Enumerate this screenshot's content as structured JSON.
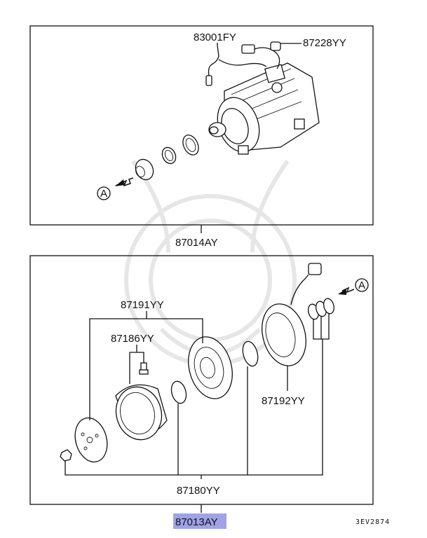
{
  "diagram": {
    "labels": {
      "sensor": "83001FY",
      "harness": "87228YY",
      "compressor_assy": "87014AY",
      "ref_a_top": "A",
      "ref_a_bottom": "A",
      "pulley_assy": "87191YY",
      "bolt": "87186YY",
      "field_coil": "87192YY",
      "clutch_kit": "87180YY",
      "highlighted_part": "87013AY",
      "drawing_code": "3EV2874"
    },
    "colors": {
      "highlight": "#9fa3e6",
      "line": "#111111",
      "watermark": "#e6e6e6"
    }
  }
}
